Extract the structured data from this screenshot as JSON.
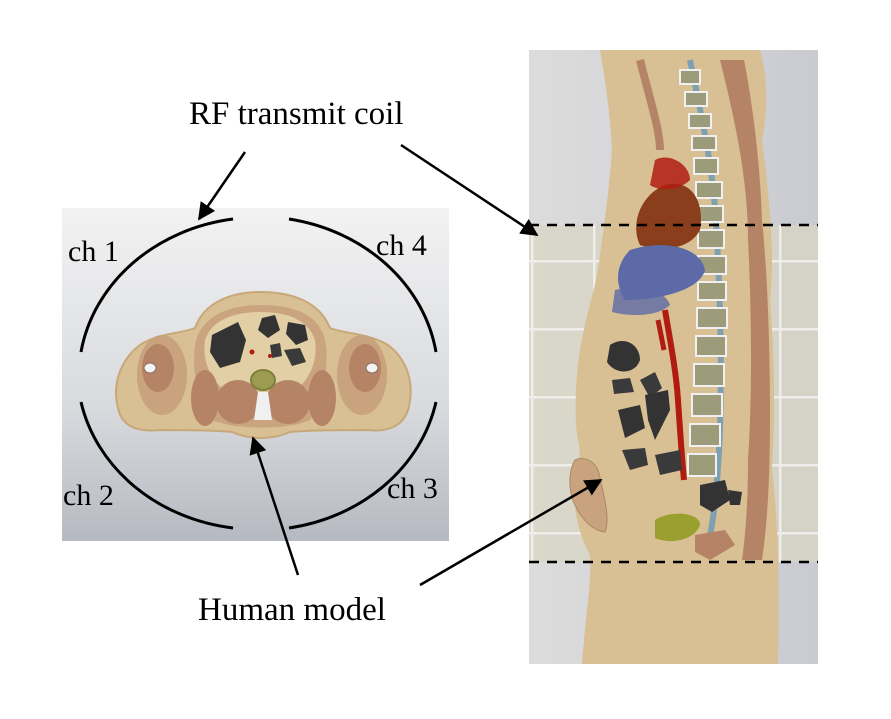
{
  "labels": {
    "coil": "RF transmit coil",
    "human": "Human model",
    "channels": [
      "ch 1",
      "ch 2",
      "ch 3",
      "ch 4"
    ]
  },
  "colors": {
    "skin": "#d9bf94",
    "muscle": "#b58466",
    "air_cavity": "#333333",
    "bone": "#9c9c7a",
    "blood": "#b01c10",
    "liver": "#8a3e1c",
    "lung": "#5c6aa8",
    "spine": "#7fa0b0",
    "bladder": "#9aa030",
    "background": "#dcdcdc"
  }
}
